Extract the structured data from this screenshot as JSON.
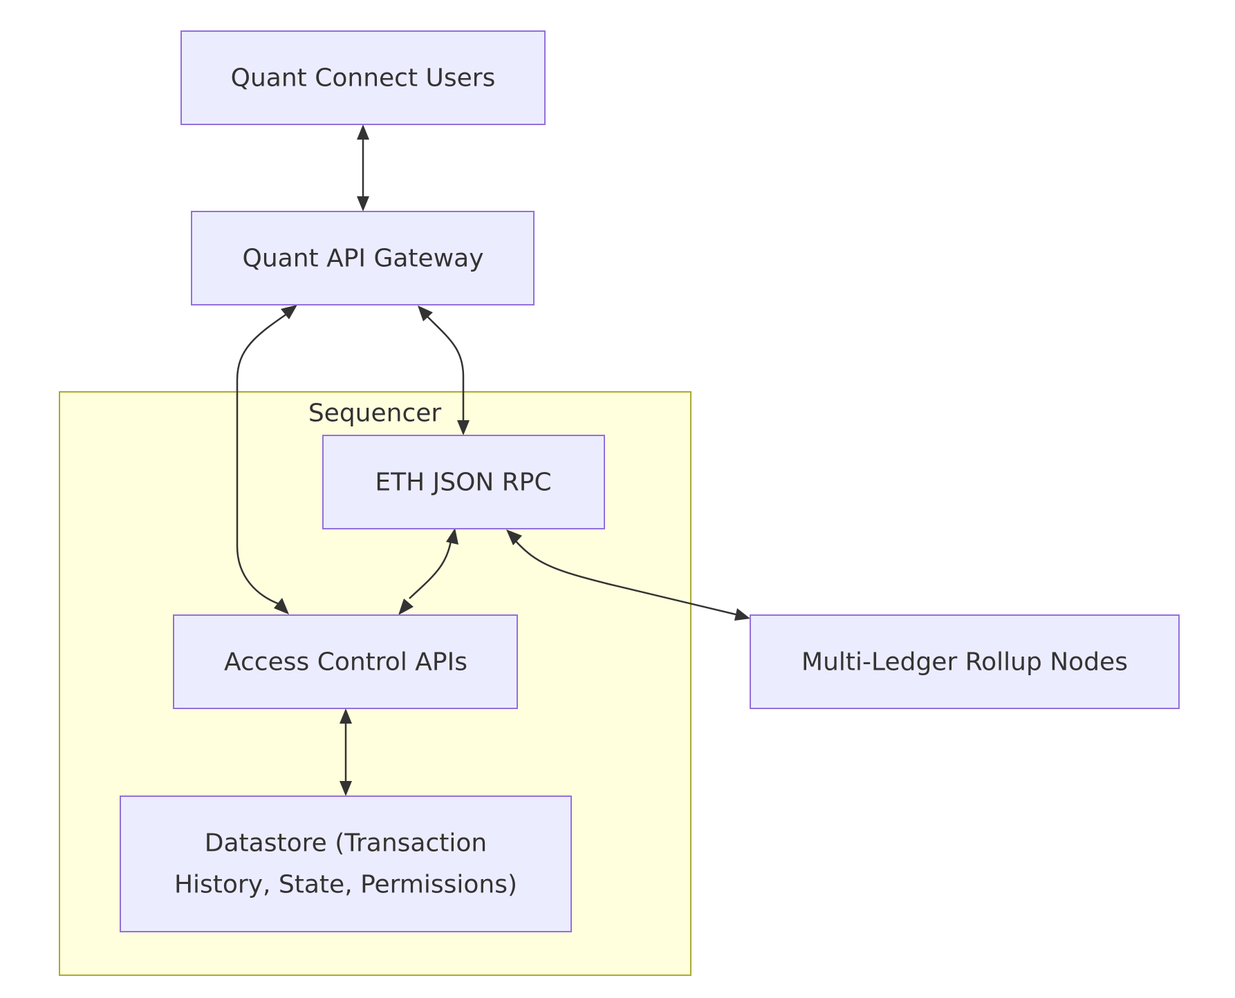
{
  "cluster": {
    "label": "Sequencer"
  },
  "nodes": {
    "users": {
      "label": "Quant Connect Users"
    },
    "gateway": {
      "label": "Quant API Gateway"
    },
    "rpc": {
      "label": "ETH JSON RPC"
    },
    "access": {
      "label": "Access Control APIs"
    },
    "datastore": {
      "label_line1": "Datastore (Transaction",
      "label_line2": "History, State, Permissions)"
    },
    "rollup": {
      "label": "Multi-Ledger Rollup Nodes"
    }
  },
  "colors": {
    "node_fill": "#ececff",
    "node_stroke": "#9370db",
    "cluster_fill": "#ffffde",
    "cluster_stroke": "#aaaa33",
    "edge": "#333333"
  }
}
